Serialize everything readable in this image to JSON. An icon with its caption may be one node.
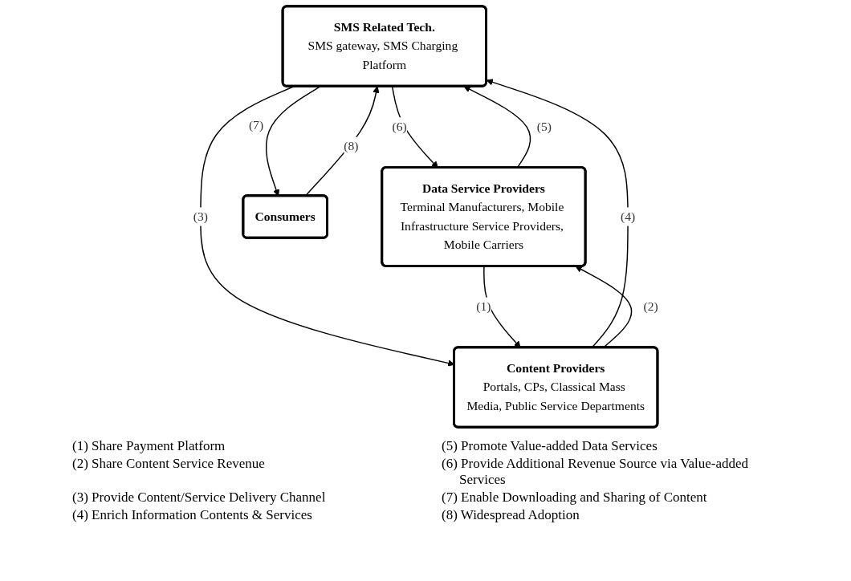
{
  "diagram": {
    "nodes": [
      {
        "text": [
          "SMS Related Tech.",
          "SMS gateway, SMS Charging Platform"
        ]
      },
      {
        "text": [
          "Data Service Providers",
          "Terminal Manufacturers, Mobile Infrastructure Service Providers, Mobile Carriers"
        ]
      },
      {
        "text": [
          "Consumers"
        ]
      },
      {
        "text": [
          "Content Providers",
          "Portals, CPs, Classical Mass Media, Public Service Departments"
        ]
      }
    ],
    "edges": [
      {
        "from": 0,
        "to": 1,
        "arrow": "to",
        "label": "(6)"
      },
      {
        "from": 1,
        "to": 0,
        "arrow": "to",
        "label": "(5)"
      },
      {
        "from": 0,
        "to": 2,
        "arrow": "to",
        "label": "(7)"
      },
      {
        "from": 2,
        "to": 0,
        "arrow": "to",
        "label": "(8)"
      },
      {
        "from": 0,
        "to": 3,
        "arrow": "to",
        "label": "(3)"
      },
      {
        "from": 3,
        "to": 0,
        "arrow": "to",
        "label": "(4)"
      },
      {
        "from": 1,
        "to": 3,
        "arrow": "to",
        "label": "(1)"
      },
      {
        "from": 3,
        "to": 1,
        "arrow": "to",
        "label": "(2)"
      }
    ],
    "labels": [
      "(1) Share Payment Platform",
      "(2) Share Content Service Revenue",
      "(3) Provide Content/Service Delivery Channel",
      "(4) Enrich Information Contents & Services",
      "(5) Promote Value-added Data Services",
      "(6) Provide Additional Revenue Source via Value-added Services",
      "(7) Enable Downloading and Sharing of Content",
      "(8) Widespread Adoption"
    ]
  }
}
